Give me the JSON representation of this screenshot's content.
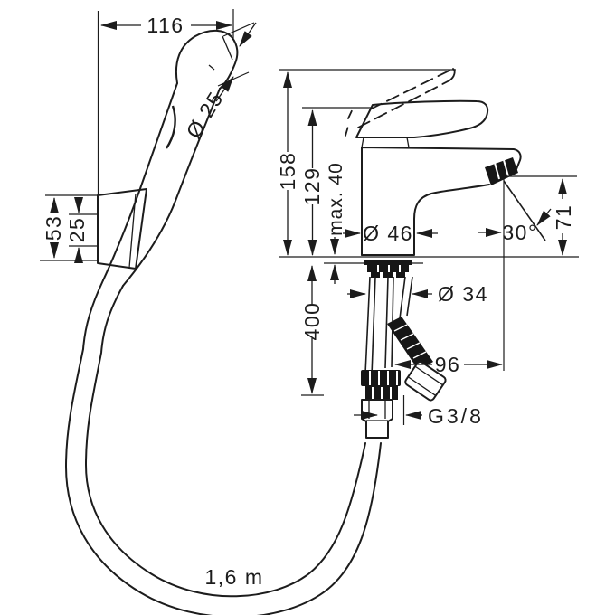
{
  "drawing": {
    "title": "faucet-with-handshower-dimension-drawing",
    "labels": {
      "width_top": "116",
      "head_diameter": "Ø 25",
      "holder_height": "53",
      "holder_offset": "25",
      "total_height": "158",
      "handle_height": "129",
      "max_mounting": "max. 40",
      "body_diameter": "Ø 46",
      "spray_angle": "30°",
      "spout_height": "71",
      "hole_diameter": "Ø 34",
      "hose_drop": "400",
      "connector_offset": "96",
      "thread_size": "G3/8",
      "hose_length": "1,6 m"
    },
    "colors": {
      "line": "#1c1c1c",
      "background": "#ffffff"
    }
  }
}
